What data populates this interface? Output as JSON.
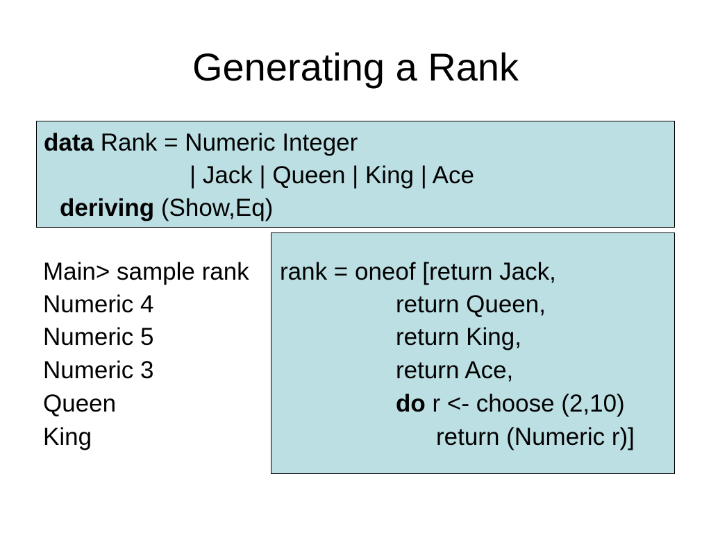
{
  "slide": {
    "title": "Generating a Rank"
  },
  "data_decl": {
    "line1_keyword": "data",
    "line1_text": "Rank = Numeric Integer",
    "line2_text": "| Jack | Queen | King | Ace",
    "line3_keyword": "deriving",
    "line3_text": "(Show,Eq)"
  },
  "session": {
    "prompt": "Main> sample rank",
    "outputs": [
      "Numeric 4",
      "Numeric 5",
      "Numeric 3",
      "Queen",
      "King"
    ]
  },
  "rank_def": {
    "line1": "rank = oneof [return Jack,",
    "line2": "return Queen,",
    "line3": "return King,",
    "line4": "return Ace,",
    "line5_keyword": "do",
    "line5_text": "r <- choose (2,10)",
    "line6": "return (Numeric r)]"
  },
  "colors": {
    "box_fill": "#bcdfe3",
    "box_border": "#000000",
    "text": "#000000",
    "background": "#ffffff"
  }
}
